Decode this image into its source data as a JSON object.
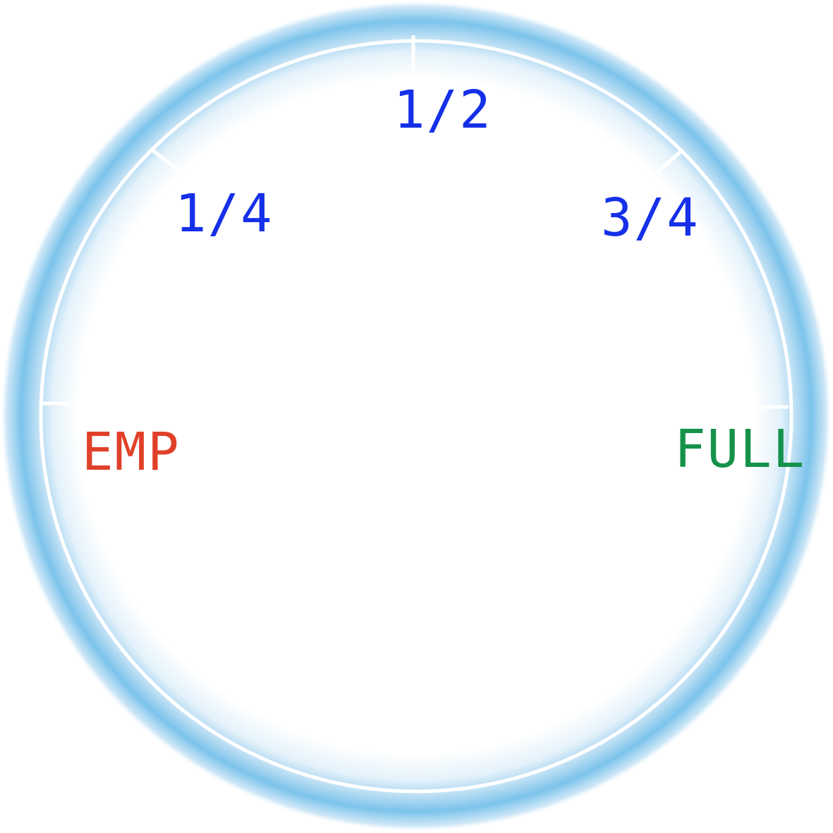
{
  "gauge": {
    "labels": {
      "empty": "EMP",
      "quarter": "1/4",
      "half": "1/2",
      "three_quarter": "3/4",
      "full": "FULL"
    },
    "colors": {
      "empty": "#e0402a",
      "fraction": "#1530e8",
      "full": "#15924a",
      "glow": "#5ab4e6",
      "ring": "#ffffff"
    }
  }
}
